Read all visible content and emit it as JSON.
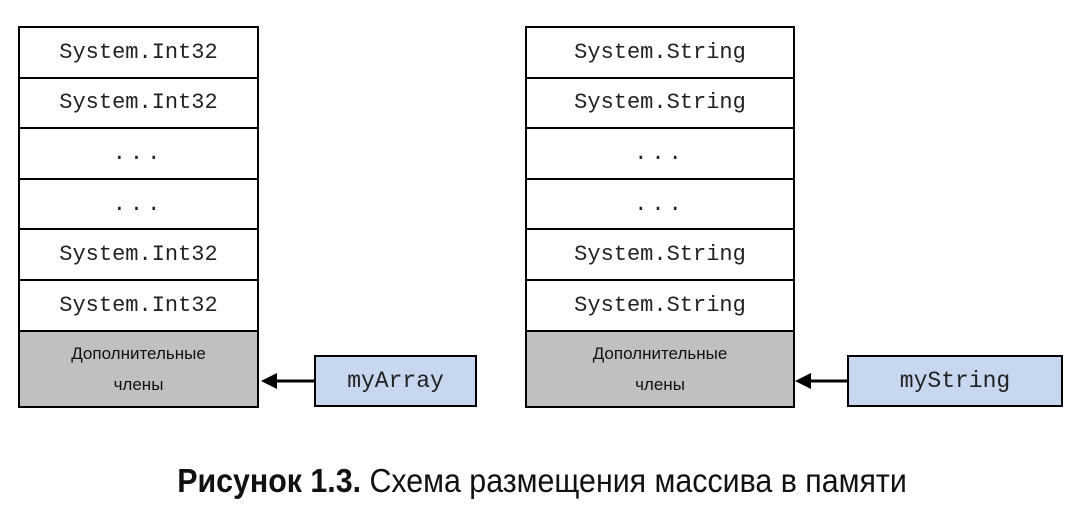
{
  "left_stack": {
    "cells": [
      "System.Int32",
      "System.Int32",
      "...",
      "...",
      "System.Int32",
      "System.Int32"
    ],
    "extra_line1": "Дополнительные",
    "extra_line2": "члены"
  },
  "right_stack": {
    "cells": [
      "System.String",
      "System.String",
      "...",
      "...",
      "System.String",
      "System.String"
    ],
    "extra_line1": "Дополнительные",
    "extra_line2": "члены"
  },
  "left_ref": "myArray",
  "right_ref": "myString",
  "caption": {
    "label": "Рисунок 1.3.",
    "text": " Схема размещения массива в памяти"
  },
  "colors": {
    "extra_members_fill": "#c0c0c0",
    "reference_fill": "#c6d7ef"
  }
}
